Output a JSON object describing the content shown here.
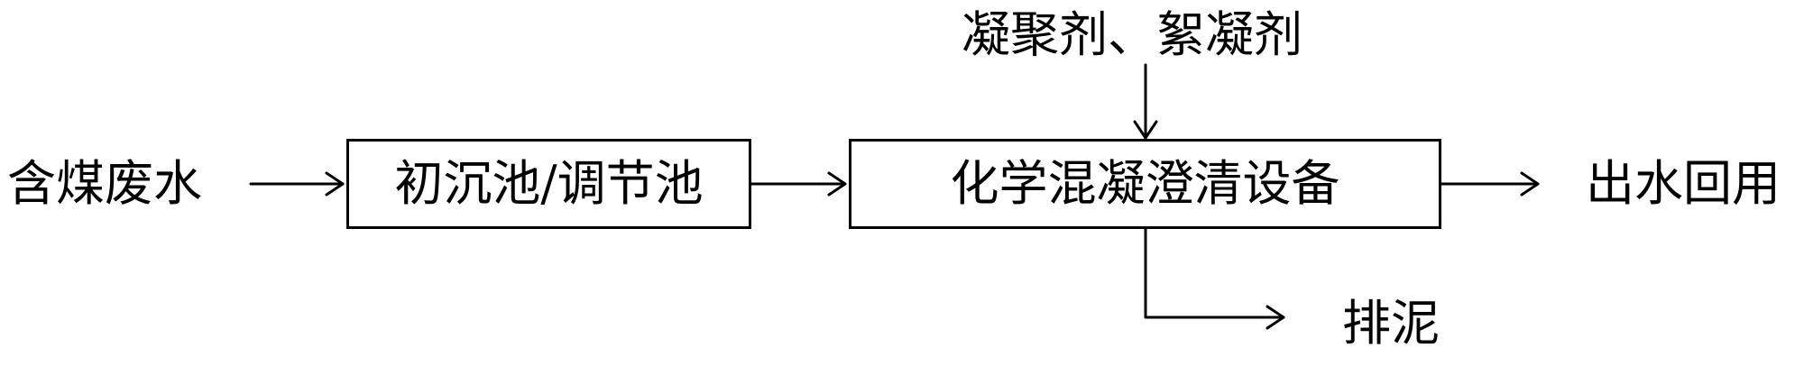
{
  "diagram": {
    "input_label": "含煤废水",
    "box1_label": "初沉池/调节池",
    "box2_label": "化学混凝澄清设备",
    "chemical_label": "凝聚剂、絮凝剂",
    "output_label": "出水回用",
    "sludge_label": "排泥"
  }
}
